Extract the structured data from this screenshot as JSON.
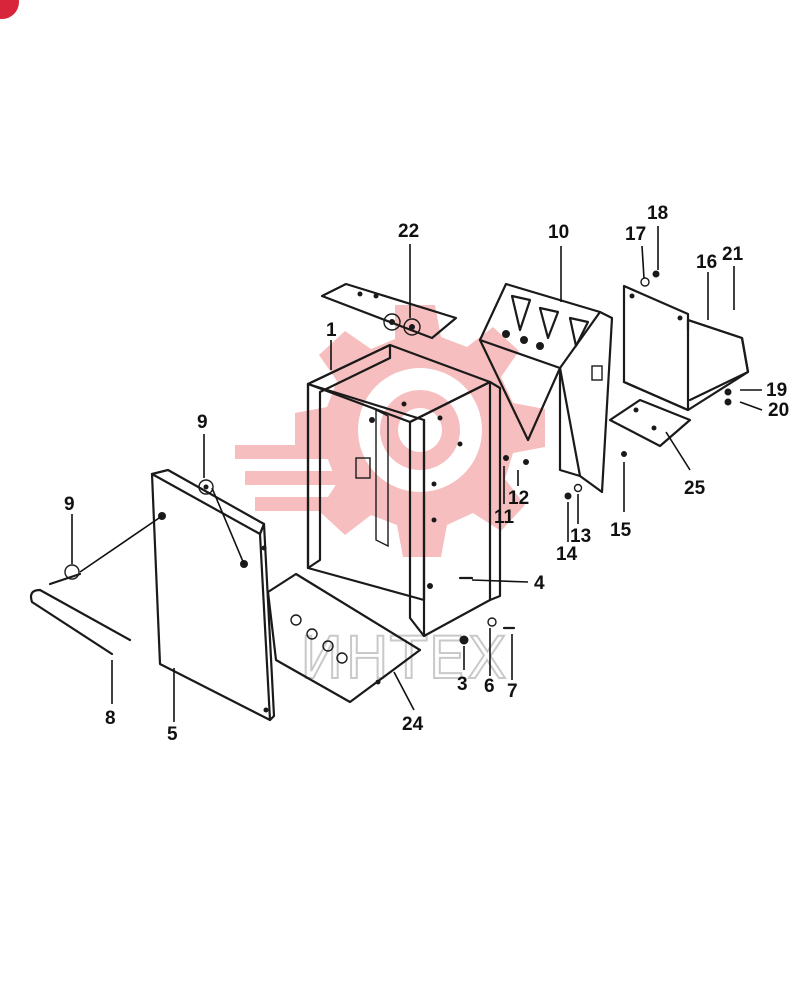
{
  "watermark": {
    "text": "ИНТЕХ",
    "color": "#f08a8a"
  },
  "corner_badge_color": "#d9253b",
  "part_numbers": {
    "p1": "1",
    "p3": "3",
    "p4": "4",
    "p5": "5",
    "p6": "6",
    "p7": "7",
    "p8": "8",
    "p9a": "9",
    "p9b": "9",
    "p10": "10",
    "p11": "11",
    "p12": "12",
    "p13": "13",
    "p14": "14",
    "p15": "15",
    "p16": "16",
    "p17": "17",
    "p18": "18",
    "p19": "19",
    "p20": "20",
    "p21": "21",
    "p22": "22",
    "p24": "24",
    "p25": "25"
  }
}
